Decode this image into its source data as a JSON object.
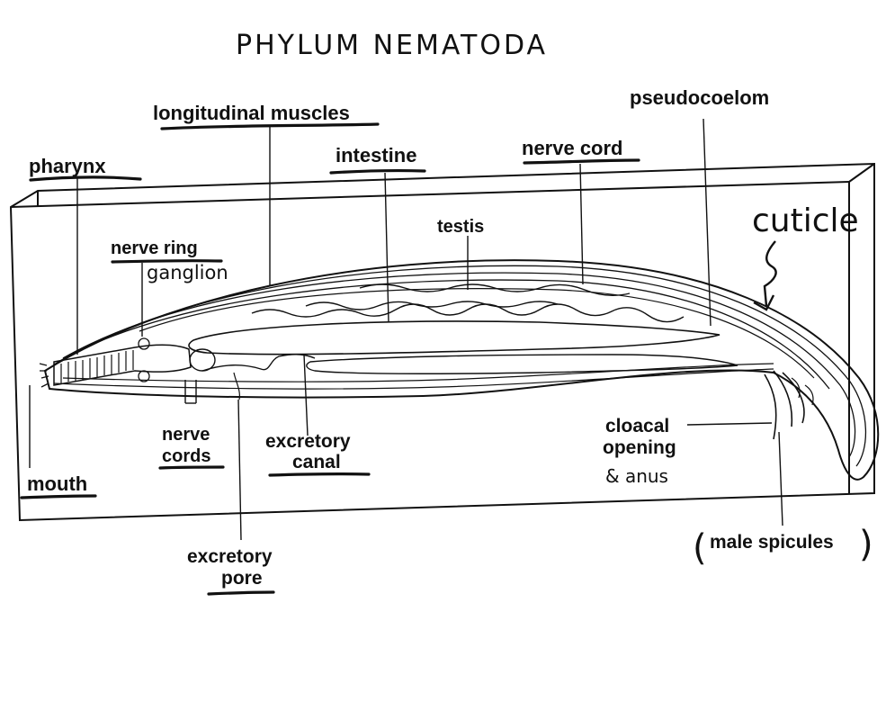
{
  "title": "PHYLUM NEMATODA",
  "labels": {
    "longitudinal_muscles": "longitudinal muscles",
    "pseudocoelom": "pseudocoelom",
    "pharynx": "pharynx",
    "intestine": "intestine",
    "nerve_cord": "nerve cord",
    "testis": "testis",
    "cuticle": "cuticle",
    "nerve_ring": "nerve ring",
    "ganglion": "ganglion",
    "nerve_cords_line1": "nerve",
    "nerve_cords_line2": "cords",
    "excretory_canal_line1": "excretory",
    "excretory_canal_line2": "canal",
    "cloacal_line1": "cloacal",
    "cloacal_line2": "opening",
    "cloacal_line3": "& anus",
    "mouth": "mouth",
    "excretory_pore_line1": "excretory",
    "excretory_pore_line2": "pore",
    "male_spicules": "male spicules",
    "paren_open": "(",
    "paren_close": ")"
  }
}
